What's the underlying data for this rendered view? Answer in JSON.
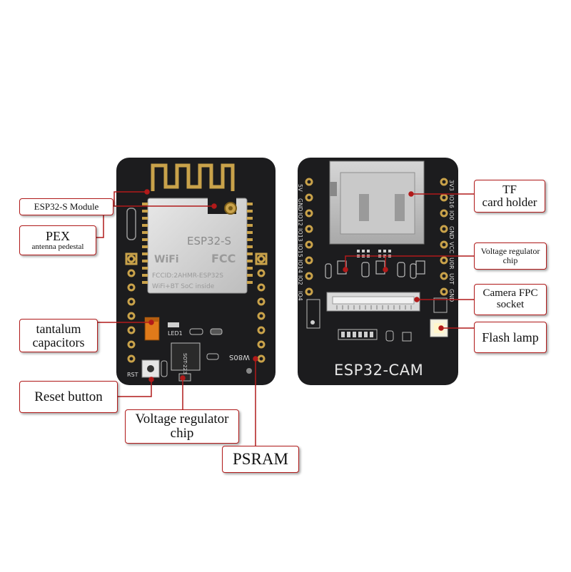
{
  "labels": {
    "esp32_module": "ESP32-S Module",
    "pex_line1": "PEX",
    "pex_line2": "antenna pedestal",
    "tantalum_line1": "tantalum",
    "tantalum_line2": "capacitors",
    "reset_button": "Reset button",
    "vreg_left_line1": "Voltage regulator",
    "vreg_left_line2": "chip",
    "psram": "PSRAM",
    "tf_line1": "TF",
    "tf_line2": "card holder",
    "vreg_right_line1": "Voltage regulator",
    "vreg_right_line2": "chip",
    "camera_fpc_line1": "Camera FPC",
    "camera_fpc_line2": "socket",
    "flash_lamp": "Flash lamp"
  },
  "board_left": {
    "module_name": "ESP32-S",
    "wifi_mark": "WiFi",
    "fcc_mark": "FCC",
    "fcc_id": "FCCID:2AHMR-ESP32S",
    "soc_text": "WiFi+BT SoC inside",
    "led_label": "LED1",
    "rst_label": "RST",
    "regulator_label": "SOT-223",
    "psram_label": "W80S"
  },
  "board_right": {
    "brand": "ESP32-CAM",
    "left_pins": [
      "5V",
      "GND",
      "IO12",
      "IO13",
      "IO15",
      "IO14",
      "IO2",
      "IO4"
    ],
    "right_pins": [
      "3V3",
      "IO16",
      "IO0",
      "GND",
      "VCC",
      "U0R",
      "U0T",
      "GND"
    ]
  },
  "colors": {
    "pcb": "#1c1c1e",
    "gold": "#c9a24a",
    "leader": "#b11a1a",
    "tantalum": "#e07a1a"
  }
}
